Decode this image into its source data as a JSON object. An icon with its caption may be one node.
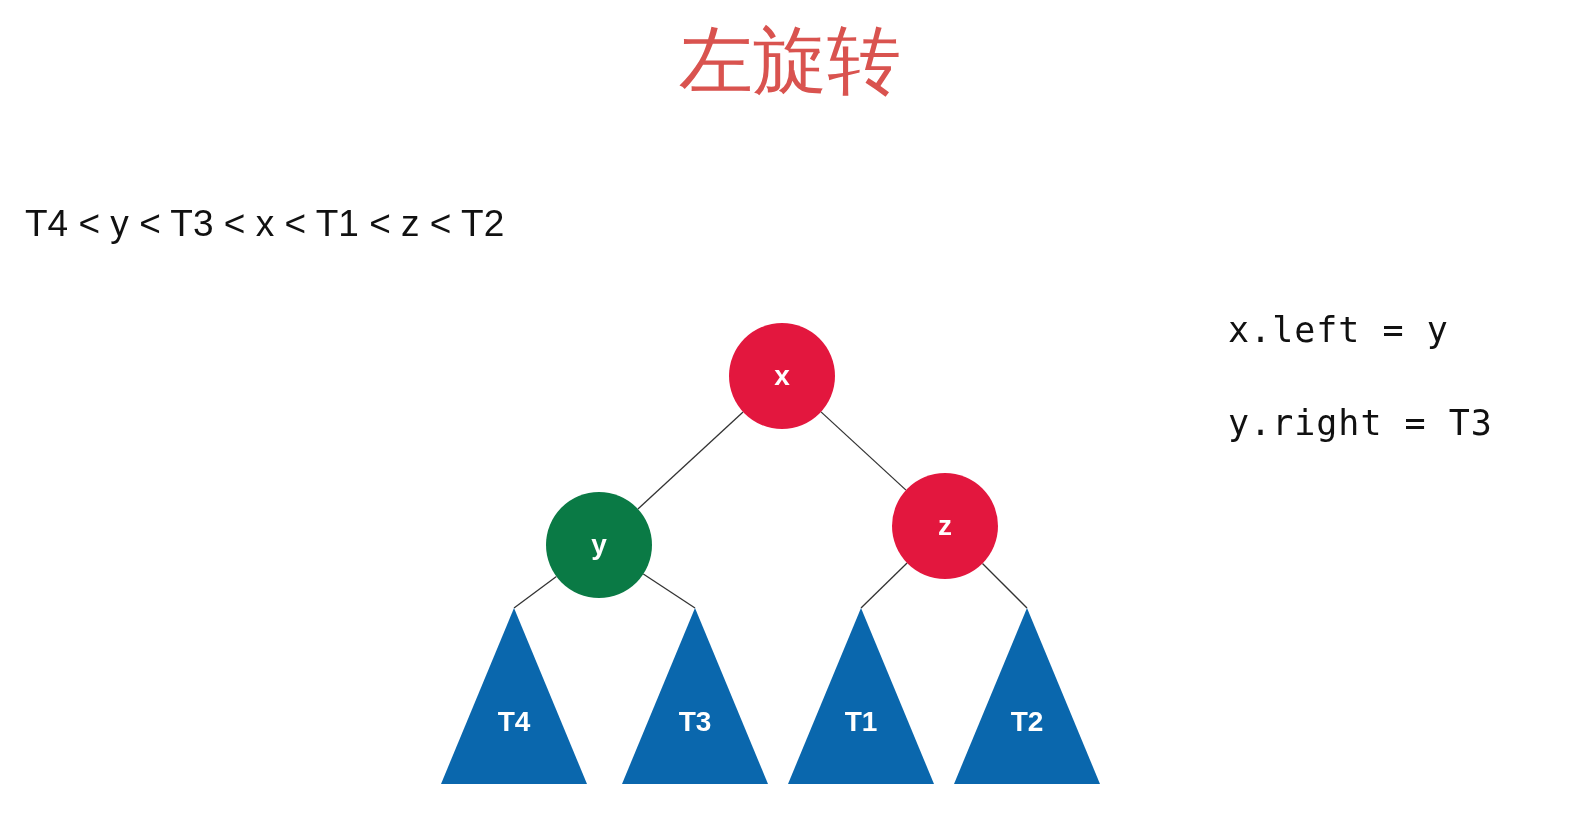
{
  "diagram": {
    "title": "左旋转",
    "nodes": [
      {
        "text": [
          "x"
        ]
      },
      {
        "text": [
          "y"
        ]
      },
      {
        "text": [
          "z"
        ]
      },
      {
        "text": [
          "T4"
        ]
      },
      {
        "text": [
          "T3"
        ]
      },
      {
        "text": [
          "T1"
        ]
      },
      {
        "text": [
          "T2"
        ]
      }
    ],
    "edges": [
      {
        "from": 0,
        "to": 1,
        "arrow": "none"
      },
      {
        "from": 0,
        "to": 2,
        "arrow": "none"
      },
      {
        "from": 1,
        "to": 3,
        "arrow": "none"
      },
      {
        "from": 1,
        "to": 4,
        "arrow": "none"
      },
      {
        "from": 2,
        "to": 5,
        "arrow": "none"
      },
      {
        "from": 2,
        "to": 6,
        "arrow": "none"
      }
    ],
    "labels": [
      "T4 < y < T3 < x < T1 < z < T2",
      "x.left = y",
      "y.right = T3"
    ]
  }
}
